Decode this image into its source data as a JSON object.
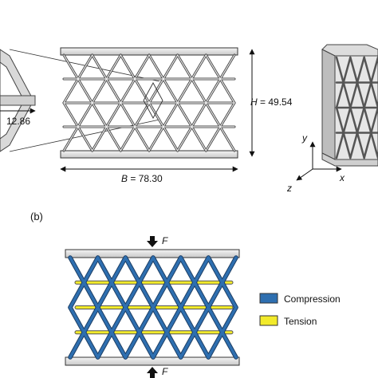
{
  "panel_a": {
    "left_dim": "12.86",
    "height_var": "H",
    "height_val": " = 49.54",
    "width_var": "B",
    "width_val": " = 78.30",
    "axis_y": "y",
    "axis_x": "x",
    "axis_z": "z"
  },
  "panel_b": {
    "label": "(b)",
    "force_top": "F",
    "force_bottom": "F",
    "legend": [
      {
        "label": "Compression",
        "color": "#2e6fb0"
      },
      {
        "label": "Tension",
        "color": "#f2ea2a"
      }
    ]
  },
  "colors": {
    "compression": "#2e6fb0",
    "tension": "#f2ea2a",
    "plate": "#e3e3e3",
    "outline": "#333333"
  }
}
